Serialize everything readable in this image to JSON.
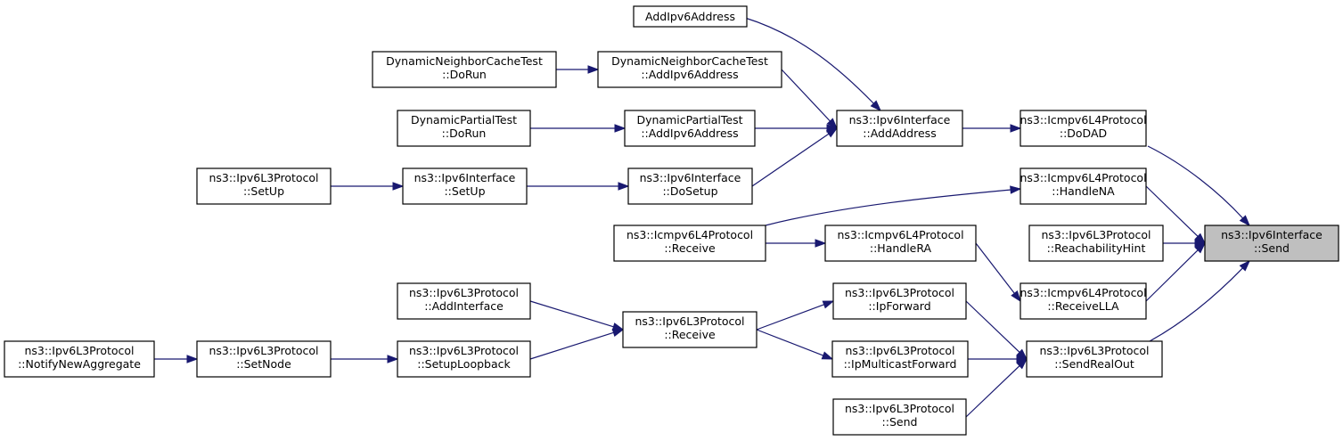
{
  "nodes": [
    {
      "id": "send",
      "lines": [
        "ns3::Ipv6Interface",
        "::Send"
      ],
      "focus": true
    },
    {
      "id": "dodad",
      "lines": [
        "ns3::Icmpv6L4Protocol",
        "::DoDAD"
      ]
    },
    {
      "id": "handlena",
      "lines": [
        "ns3::Icmpv6L4Protocol",
        "::HandleNA"
      ]
    },
    {
      "id": "reachhint",
      "lines": [
        "ns3::Ipv6L3Protocol",
        "::ReachabilityHint"
      ]
    },
    {
      "id": "receivella",
      "lines": [
        "ns3::Icmpv6L4Protocol",
        "::ReceiveLLA"
      ]
    },
    {
      "id": "sendrealout",
      "lines": [
        "ns3::Ipv6L3Protocol",
        "::SendRealOut"
      ]
    },
    {
      "id": "addaddress",
      "lines": [
        "ns3::Ipv6Interface",
        "::AddAddress"
      ]
    },
    {
      "id": "addipv6",
      "lines": [
        "AddIpv6Address"
      ]
    },
    {
      "id": "dnct_add",
      "lines": [
        "DynamicNeighborCacheTest",
        "::AddIpv6Address"
      ]
    },
    {
      "id": "dnct_run",
      "lines": [
        "DynamicNeighborCacheTest",
        "::DoRun"
      ]
    },
    {
      "id": "dpt_add",
      "lines": [
        "DynamicPartialTest",
        "::AddIpv6Address"
      ]
    },
    {
      "id": "dpt_run",
      "lines": [
        "DynamicPartialTest",
        "::DoRun"
      ]
    },
    {
      "id": "dosetup",
      "lines": [
        "ns3::Ipv6Interface",
        "::DoSetup"
      ]
    },
    {
      "id": "setup_if",
      "lines": [
        "ns3::Ipv6Interface",
        "::SetUp"
      ]
    },
    {
      "id": "setup_l3",
      "lines": [
        "ns3::Ipv6L3Protocol",
        "::SetUp"
      ]
    },
    {
      "id": "icmp_receive",
      "lines": [
        "ns3::Icmpv6L4Protocol",
        "::Receive"
      ]
    },
    {
      "id": "handlera",
      "lines": [
        "ns3::Icmpv6L4Protocol",
        "::HandleRA"
      ]
    },
    {
      "id": "ipforward",
      "lines": [
        "ns3::Ipv6L3Protocol",
        "::IpForward"
      ]
    },
    {
      "id": "ipmcast",
      "lines": [
        "ns3::Ipv6L3Protocol",
        "::IpMulticastForward"
      ]
    },
    {
      "id": "l3send",
      "lines": [
        "ns3::Ipv6L3Protocol",
        "::Send"
      ]
    },
    {
      "id": "l3receive",
      "lines": [
        "ns3::Ipv6L3Protocol",
        "::Receive"
      ]
    },
    {
      "id": "addiface",
      "lines": [
        "ns3::Ipv6L3Protocol",
        "::AddInterface"
      ]
    },
    {
      "id": "setuploop",
      "lines": [
        "ns3::Ipv6L3Protocol",
        "::SetupLoopback"
      ]
    },
    {
      "id": "setnode",
      "lines": [
        "ns3::Ipv6L3Protocol",
        "::SetNode"
      ]
    },
    {
      "id": "notifyagg",
      "lines": [
        "ns3::Ipv6L3Protocol",
        "::NotifyNewAggregate"
      ]
    }
  ],
  "edges": [
    {
      "from": "dodad",
      "to": "send"
    },
    {
      "from": "handlena",
      "to": "send"
    },
    {
      "from": "reachhint",
      "to": "send"
    },
    {
      "from": "receivella",
      "to": "send"
    },
    {
      "from": "sendrealout",
      "to": "send"
    },
    {
      "from": "addaddress",
      "to": "dodad"
    },
    {
      "from": "addipv6",
      "to": "addaddress"
    },
    {
      "from": "dnct_add",
      "to": "addaddress"
    },
    {
      "from": "dpt_add",
      "to": "addaddress"
    },
    {
      "from": "dosetup",
      "to": "addaddress"
    },
    {
      "from": "dnct_run",
      "to": "dnct_add"
    },
    {
      "from": "dpt_run",
      "to": "dpt_add"
    },
    {
      "from": "setup_if",
      "to": "dosetup"
    },
    {
      "from": "setup_l3",
      "to": "setup_if"
    },
    {
      "from": "icmp_receive",
      "to": "handlena"
    },
    {
      "from": "icmp_receive",
      "to": "handlera"
    },
    {
      "from": "handlera",
      "to": "receivella"
    },
    {
      "from": "ipforward",
      "to": "sendrealout"
    },
    {
      "from": "ipmcast",
      "to": "sendrealout"
    },
    {
      "from": "l3send",
      "to": "sendrealout"
    },
    {
      "from": "l3receive",
      "to": "ipforward"
    },
    {
      "from": "l3receive",
      "to": "ipmcast"
    },
    {
      "from": "addiface",
      "to": "l3receive"
    },
    {
      "from": "setuploop",
      "to": "l3receive"
    },
    {
      "from": "setnode",
      "to": "setuploop"
    },
    {
      "from": "notifyagg",
      "to": "setnode"
    }
  ]
}
